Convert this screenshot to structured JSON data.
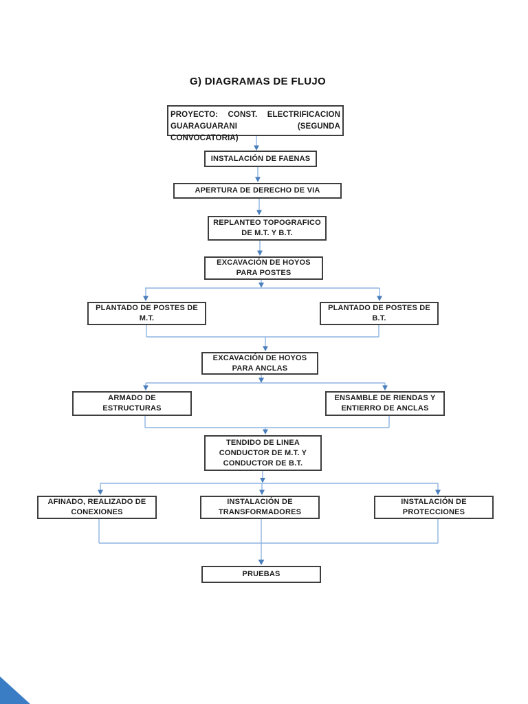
{
  "page": {
    "title": "G) DIAGRAMAS DE FLUJO"
  },
  "colors": {
    "connector_line": "#8eb4e0",
    "connector_head": "#4a7ebb",
    "box_border": "#3d3d3d",
    "corner_fold": "#3b7dc4"
  },
  "flowchart": {
    "nodes": [
      {
        "id": "proyecto",
        "label": "PROYECTO: CONST. ELECTRIFICACION\nGUARAGUARANI (SEGUNDA CONVOCATORIA)"
      },
      {
        "id": "instalacion_faenas",
        "label": "INSTALACIÓN DE FAENAS"
      },
      {
        "id": "apertura_derecho_via",
        "label": "APERTURA DE DERECHO DE VIA"
      },
      {
        "id": "replanteo_topografico",
        "label": "REPLANTEO TOPOGRAFICO\nDE M.T. Y B.T."
      },
      {
        "id": "excavacion_hoyos_postes",
        "label": "EXCAVACIÓN DE HOYOS\nPARA POSTES"
      },
      {
        "id": "plantado_postes_mt",
        "label": "PLANTADO DE POSTES DE\nM.T."
      },
      {
        "id": "plantado_postes_bt",
        "label": "PLANTADO DE POSTES DE\nB.T."
      },
      {
        "id": "excavacion_hoyos_anclas",
        "label": "EXCAVACIÓN DE HOYOS\nPARA ANCLAS"
      },
      {
        "id": "armado_estructuras",
        "label": "ARMADO DE\nESTRUCTURAS"
      },
      {
        "id": "ensamble_riendas",
        "label": "ENSAMBLE DE RIENDAS Y\nENTIERRO DE ANCLAS"
      },
      {
        "id": "tendido_linea",
        "label": "TENDIDO DE LINEA\nCONDUCTOR DE M.T. Y\nCONDUCTOR DE B.T."
      },
      {
        "id": "afinado_conexiones",
        "label": "AFINADO, REALIZADO DE\nCONEXIONES"
      },
      {
        "id": "instalacion_transformadores",
        "label": "INSTALACIÓN DE\nTRANSFORMADORES"
      },
      {
        "id": "instalacion_protecciones",
        "label": "INSTALACIÓN DE\nPROTECCIONES"
      },
      {
        "id": "pruebas",
        "label": "PRUEBAS"
      }
    ],
    "edges": [
      {
        "from": "proyecto",
        "to": "instalacion_faenas"
      },
      {
        "from": "instalacion_faenas",
        "to": "apertura_derecho_via"
      },
      {
        "from": "apertura_derecho_via",
        "to": "replanteo_topografico"
      },
      {
        "from": "replanteo_topografico",
        "to": "excavacion_hoyos_postes"
      },
      {
        "from": "excavacion_hoyos_postes",
        "to": "plantado_postes_mt"
      },
      {
        "from": "excavacion_hoyos_postes",
        "to": "plantado_postes_bt"
      },
      {
        "from": "plantado_postes_mt",
        "to": "excavacion_hoyos_anclas"
      },
      {
        "from": "plantado_postes_bt",
        "to": "excavacion_hoyos_anclas"
      },
      {
        "from": "excavacion_hoyos_anclas",
        "to": "armado_estructuras"
      },
      {
        "from": "excavacion_hoyos_anclas",
        "to": "ensamble_riendas"
      },
      {
        "from": "armado_estructuras",
        "to": "tendido_linea"
      },
      {
        "from": "ensamble_riendas",
        "to": "tendido_linea"
      },
      {
        "from": "tendido_linea",
        "to": "afinado_conexiones"
      },
      {
        "from": "tendido_linea",
        "to": "instalacion_transformadores"
      },
      {
        "from": "tendido_linea",
        "to": "instalacion_protecciones"
      },
      {
        "from": "afinado_conexiones",
        "to": "pruebas"
      },
      {
        "from": "instalacion_transformadores",
        "to": "pruebas"
      },
      {
        "from": "instalacion_protecciones",
        "to": "pruebas"
      }
    ]
  }
}
